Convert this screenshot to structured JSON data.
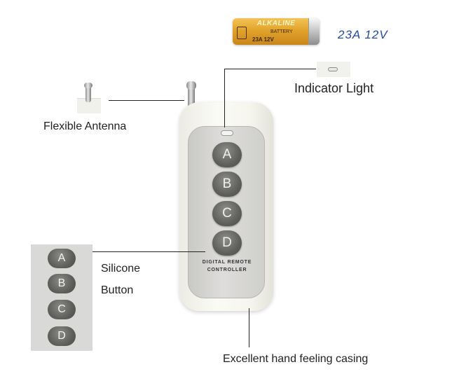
{
  "battery": {
    "brand": "ALKALINE",
    "label": "BATTERY",
    "model": "23A 12V",
    "spec": "23A 12V"
  },
  "labels": {
    "antenna": "Flexible Antenna",
    "indicator": "Indicator Light",
    "silicone_line1": "Silicone",
    "silicone_line2": "Button",
    "casing": "Excellent hand feeling casing"
  },
  "remote": {
    "buttons": [
      "A",
      "B",
      "C",
      "D"
    ],
    "print_line1": "DIGITAL REMOTE",
    "print_line2": "CONTROLLER"
  },
  "panel": {
    "buttons": [
      "A",
      "B",
      "C",
      "D"
    ]
  }
}
